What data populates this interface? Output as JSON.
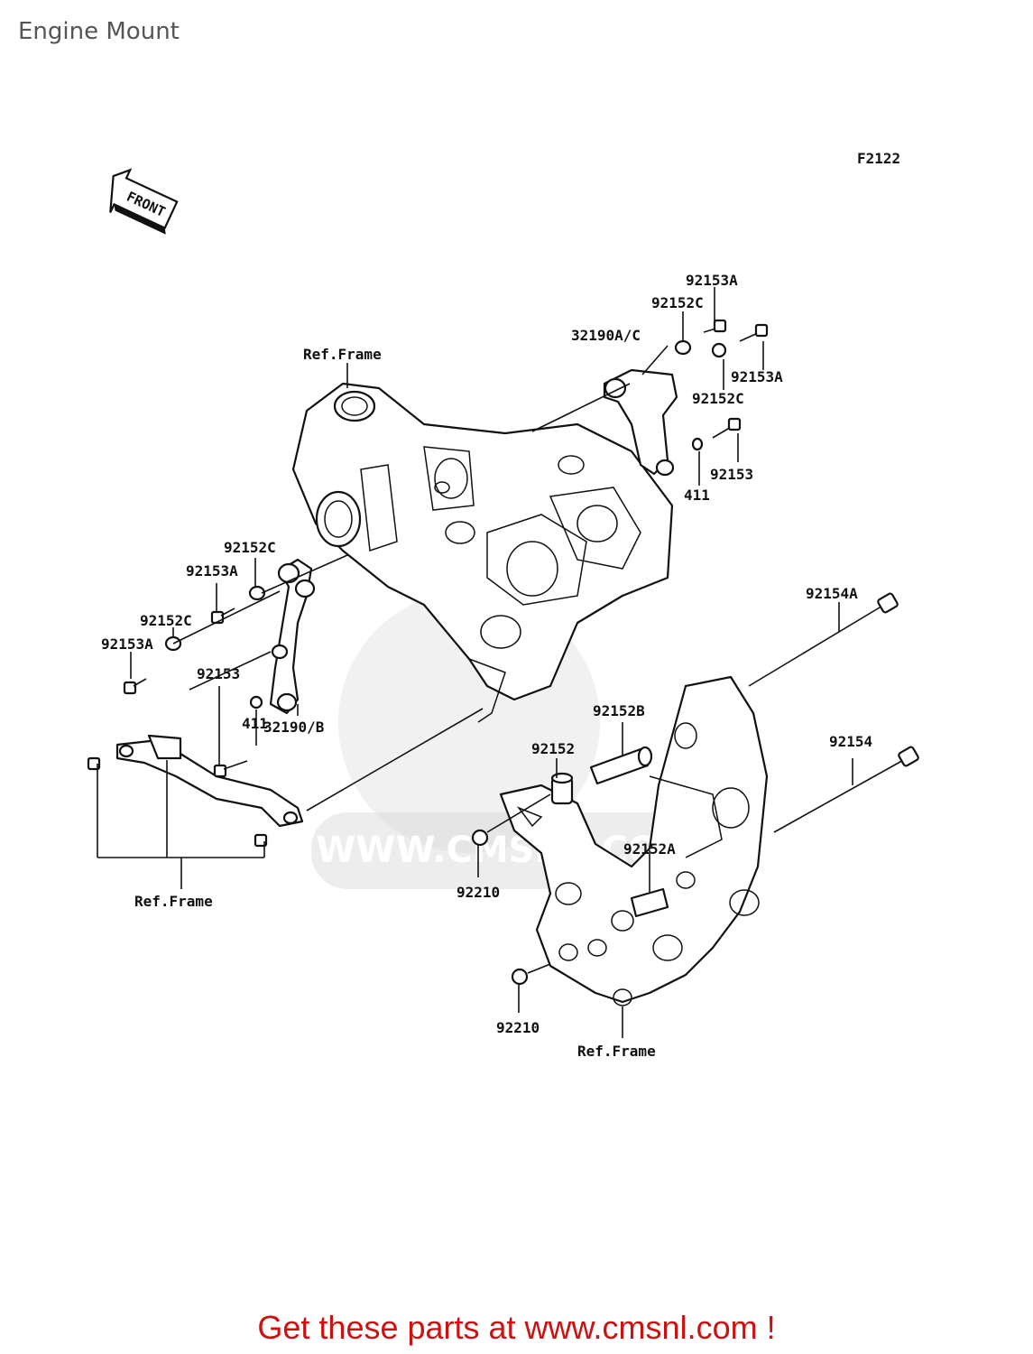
{
  "page": {
    "title": "Engine Mount"
  },
  "diagram": {
    "code": "F2122",
    "front_label": "FRONT",
    "watermark": "WWW.CMSNL.COM",
    "labels": {
      "p92153A_top": "92153A",
      "p92152C_top": "92152C",
      "p32190AC": "32190A/C",
      "p92153A_right": "92153A",
      "p92152C_right": "92152C",
      "p92153_right": "92153",
      "p411_right": "411",
      "ref_frame_top": "Ref.Frame",
      "p92152C_left1": "92152C",
      "p92153A_left1": "92153A",
      "p92152C_left2": "92152C",
      "p92153A_left2": "92153A",
      "p92153_left": "92153",
      "p411_left": "411",
      "p32190B": "32190/B",
      "ref_frame_left": "Ref.Frame",
      "p92154A": "92154A",
      "p92152B": "92152B",
      "p92152": "92152",
      "p92154": "92154",
      "p92152A": "92152A",
      "p92210_upper": "92210",
      "p92210_lower": "92210",
      "ref_frame_bottom": "Ref.Frame"
    }
  },
  "footer": {
    "cta": "Get these parts at www.cmsnl.com !"
  },
  "colors": {
    "cta": "#cc1111",
    "title": "#555555",
    "watermark": "#d8d8d8"
  }
}
